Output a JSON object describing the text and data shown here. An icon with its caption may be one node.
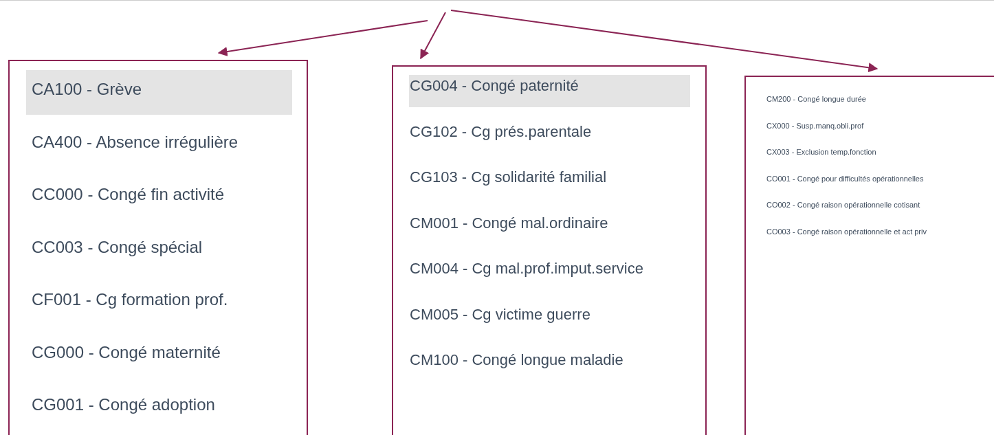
{
  "diagram": {
    "nodes": [
      {
        "text": [
          "CA100 - Grève",
          "CA400 - Absence irrégulière",
          "CC000 - Congé fin activité",
          "CC003 - Congé spécial",
          "CF001 - Cg formation prof.",
          "CG000 - Congé maternité",
          "CG001 - Congé adoption"
        ]
      },
      {
        "text": [
          "CG004 - Congé paternité",
          "CG102 - Cg prés.parentale",
          "CG103 - Cg solidarité familial",
          "CM001 - Congé mal.ordinaire",
          "CM004 - Cg mal.prof.imput.service",
          "CM005 - Cg victime guerre",
          "CM100 - Congé longue maladie"
        ]
      },
      {
        "text": [
          "CM200 - Congé longue durée",
          "CX000 - Susp.manq.obli.prof",
          "CX003 - Exclusion temp.fonction",
          "CO001 - Congé pour difficultés opérationnelles",
          "CO002 - Congé raison opérationnelle cotisant",
          "CO003 - Congé raison opérationnelle et act priv"
        ]
      }
    ],
    "edges": [
      {
        "from": null,
        "to": 0,
        "arrow": "to"
      },
      {
        "from": null,
        "to": 1,
        "arrow": "to"
      },
      {
        "from": null,
        "to": 2,
        "arrow": "to"
      }
    ]
  }
}
